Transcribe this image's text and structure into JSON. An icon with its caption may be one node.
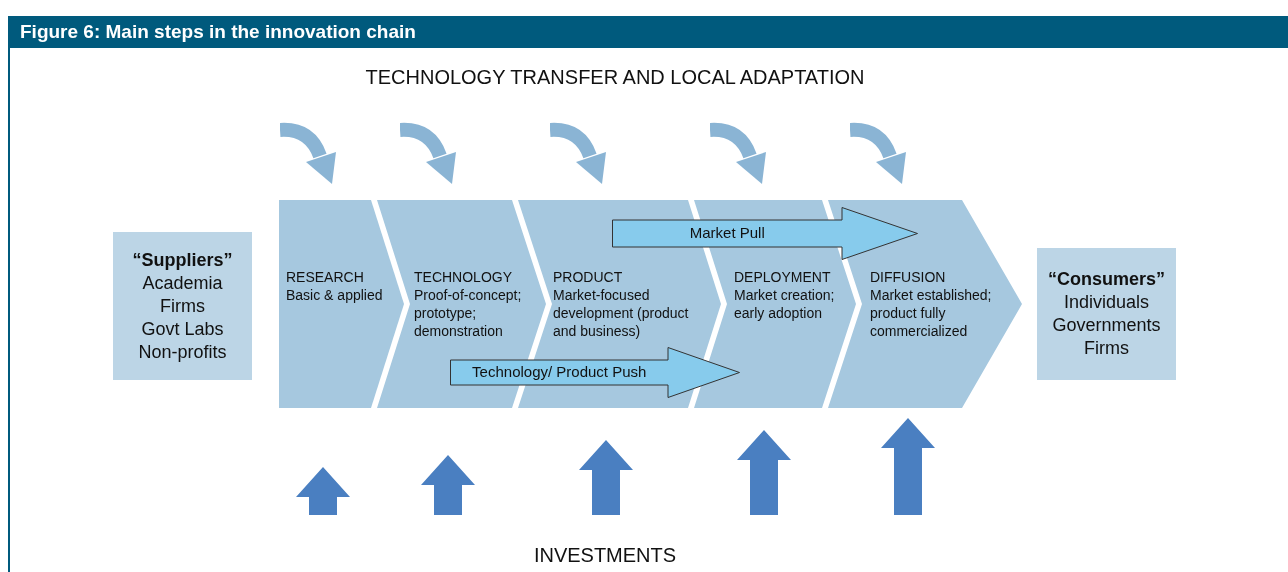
{
  "diagram": {
    "title": "Figure 6: Main steps in the innovation chain",
    "nodes": [
      {
        "text": [
          "“Suppliers”",
          "Academia",
          "Firms",
          "Govt Labs",
          "Non-profits"
        ]
      },
      {
        "text": [
          "RESEARCH",
          "Basic & applied"
        ]
      },
      {
        "text": [
          "TECHNOLOGY",
          "Proof-of-concept; prototype; demonstration"
        ]
      },
      {
        "text": [
          "PRODUCT",
          "Market-focused development (product and business)"
        ]
      },
      {
        "text": [
          "DEPLOYMENT",
          "Market creation; early adoption"
        ]
      },
      {
        "text": [
          "DIFFUSION",
          "Market established; product fully commercialized"
        ]
      },
      {
        "text": [
          "“Consumers”",
          "Individuals",
          "Governments",
          "Firms"
        ]
      }
    ],
    "edges": [
      {
        "from": 3,
        "to": 5,
        "arrow": "to",
        "label": "Market Pull"
      },
      {
        "from": 2,
        "to": 4,
        "arrow": "to",
        "label": "Technology/ Product Push"
      }
    ],
    "labels": [
      "TECHNOLOGY TRANSFER AND LOCAL ADAPTATION",
      "INVESTMENTS"
    ]
  }
}
